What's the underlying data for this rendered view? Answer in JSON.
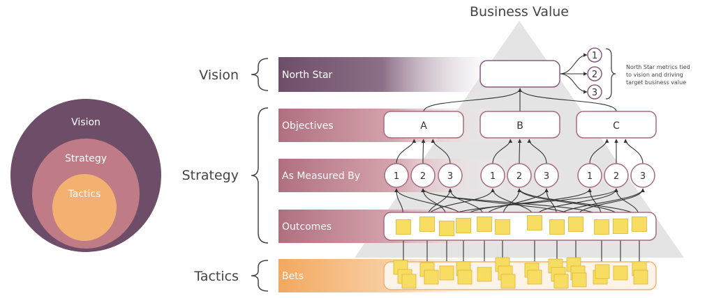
{
  "title": "Business Value",
  "circles": {
    "outer": "Vision",
    "middle": "Strategy",
    "inner": "Tactics"
  },
  "levels": {
    "vision": "Vision",
    "strategy": "Strategy",
    "tactics": "Tactics"
  },
  "bands": {
    "north_star": "North Star",
    "objectives": "Objectives",
    "measured_by": "As Measured By",
    "outcomes": "Outcomes",
    "bets": "Bets"
  },
  "objectives": [
    "A",
    "B",
    "C"
  ],
  "metrics": [
    "1",
    "2",
    "3",
    "1",
    "2",
    "3",
    "1",
    "2",
    "3"
  ],
  "north_star_metrics": [
    "1",
    "2",
    "3"
  ],
  "note": [
    "North Star metrics tied",
    "to vision and driving",
    "target business value"
  ],
  "colors": {
    "vision": "#6e4d68",
    "strategy": "#bf7b86",
    "tactics": "#f2b071",
    "sticky": "#f8dd63",
    "sticky_border": "#d9b62f",
    "pyramid": "#e4e4e4",
    "node_border": "#8a5a7e"
  }
}
